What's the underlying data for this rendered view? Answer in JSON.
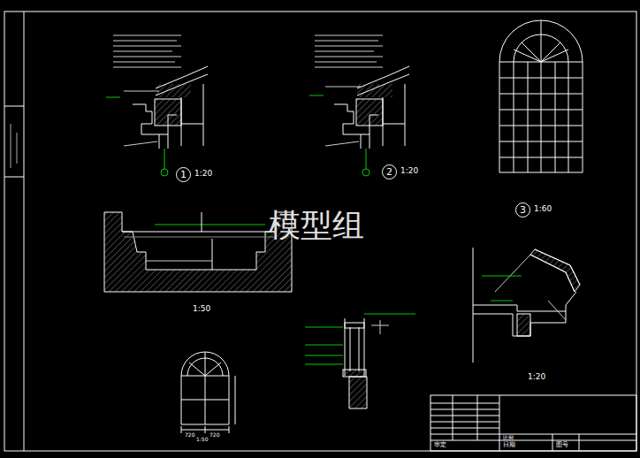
{
  "diagram": {
    "nodes": [
      {
        "text": [
          "1"
        ]
      },
      {
        "text": [
          "2"
        ]
      },
      {
        "text": [
          "3"
        ]
      }
    ],
    "labels": [
      "1:20",
      "1:20",
      "1:60",
      "1:50",
      "1:20",
      "1:50",
      "720",
      "720",
      "模型组",
      "审定",
      "比例",
      "日期",
      "图号"
    ]
  }
}
